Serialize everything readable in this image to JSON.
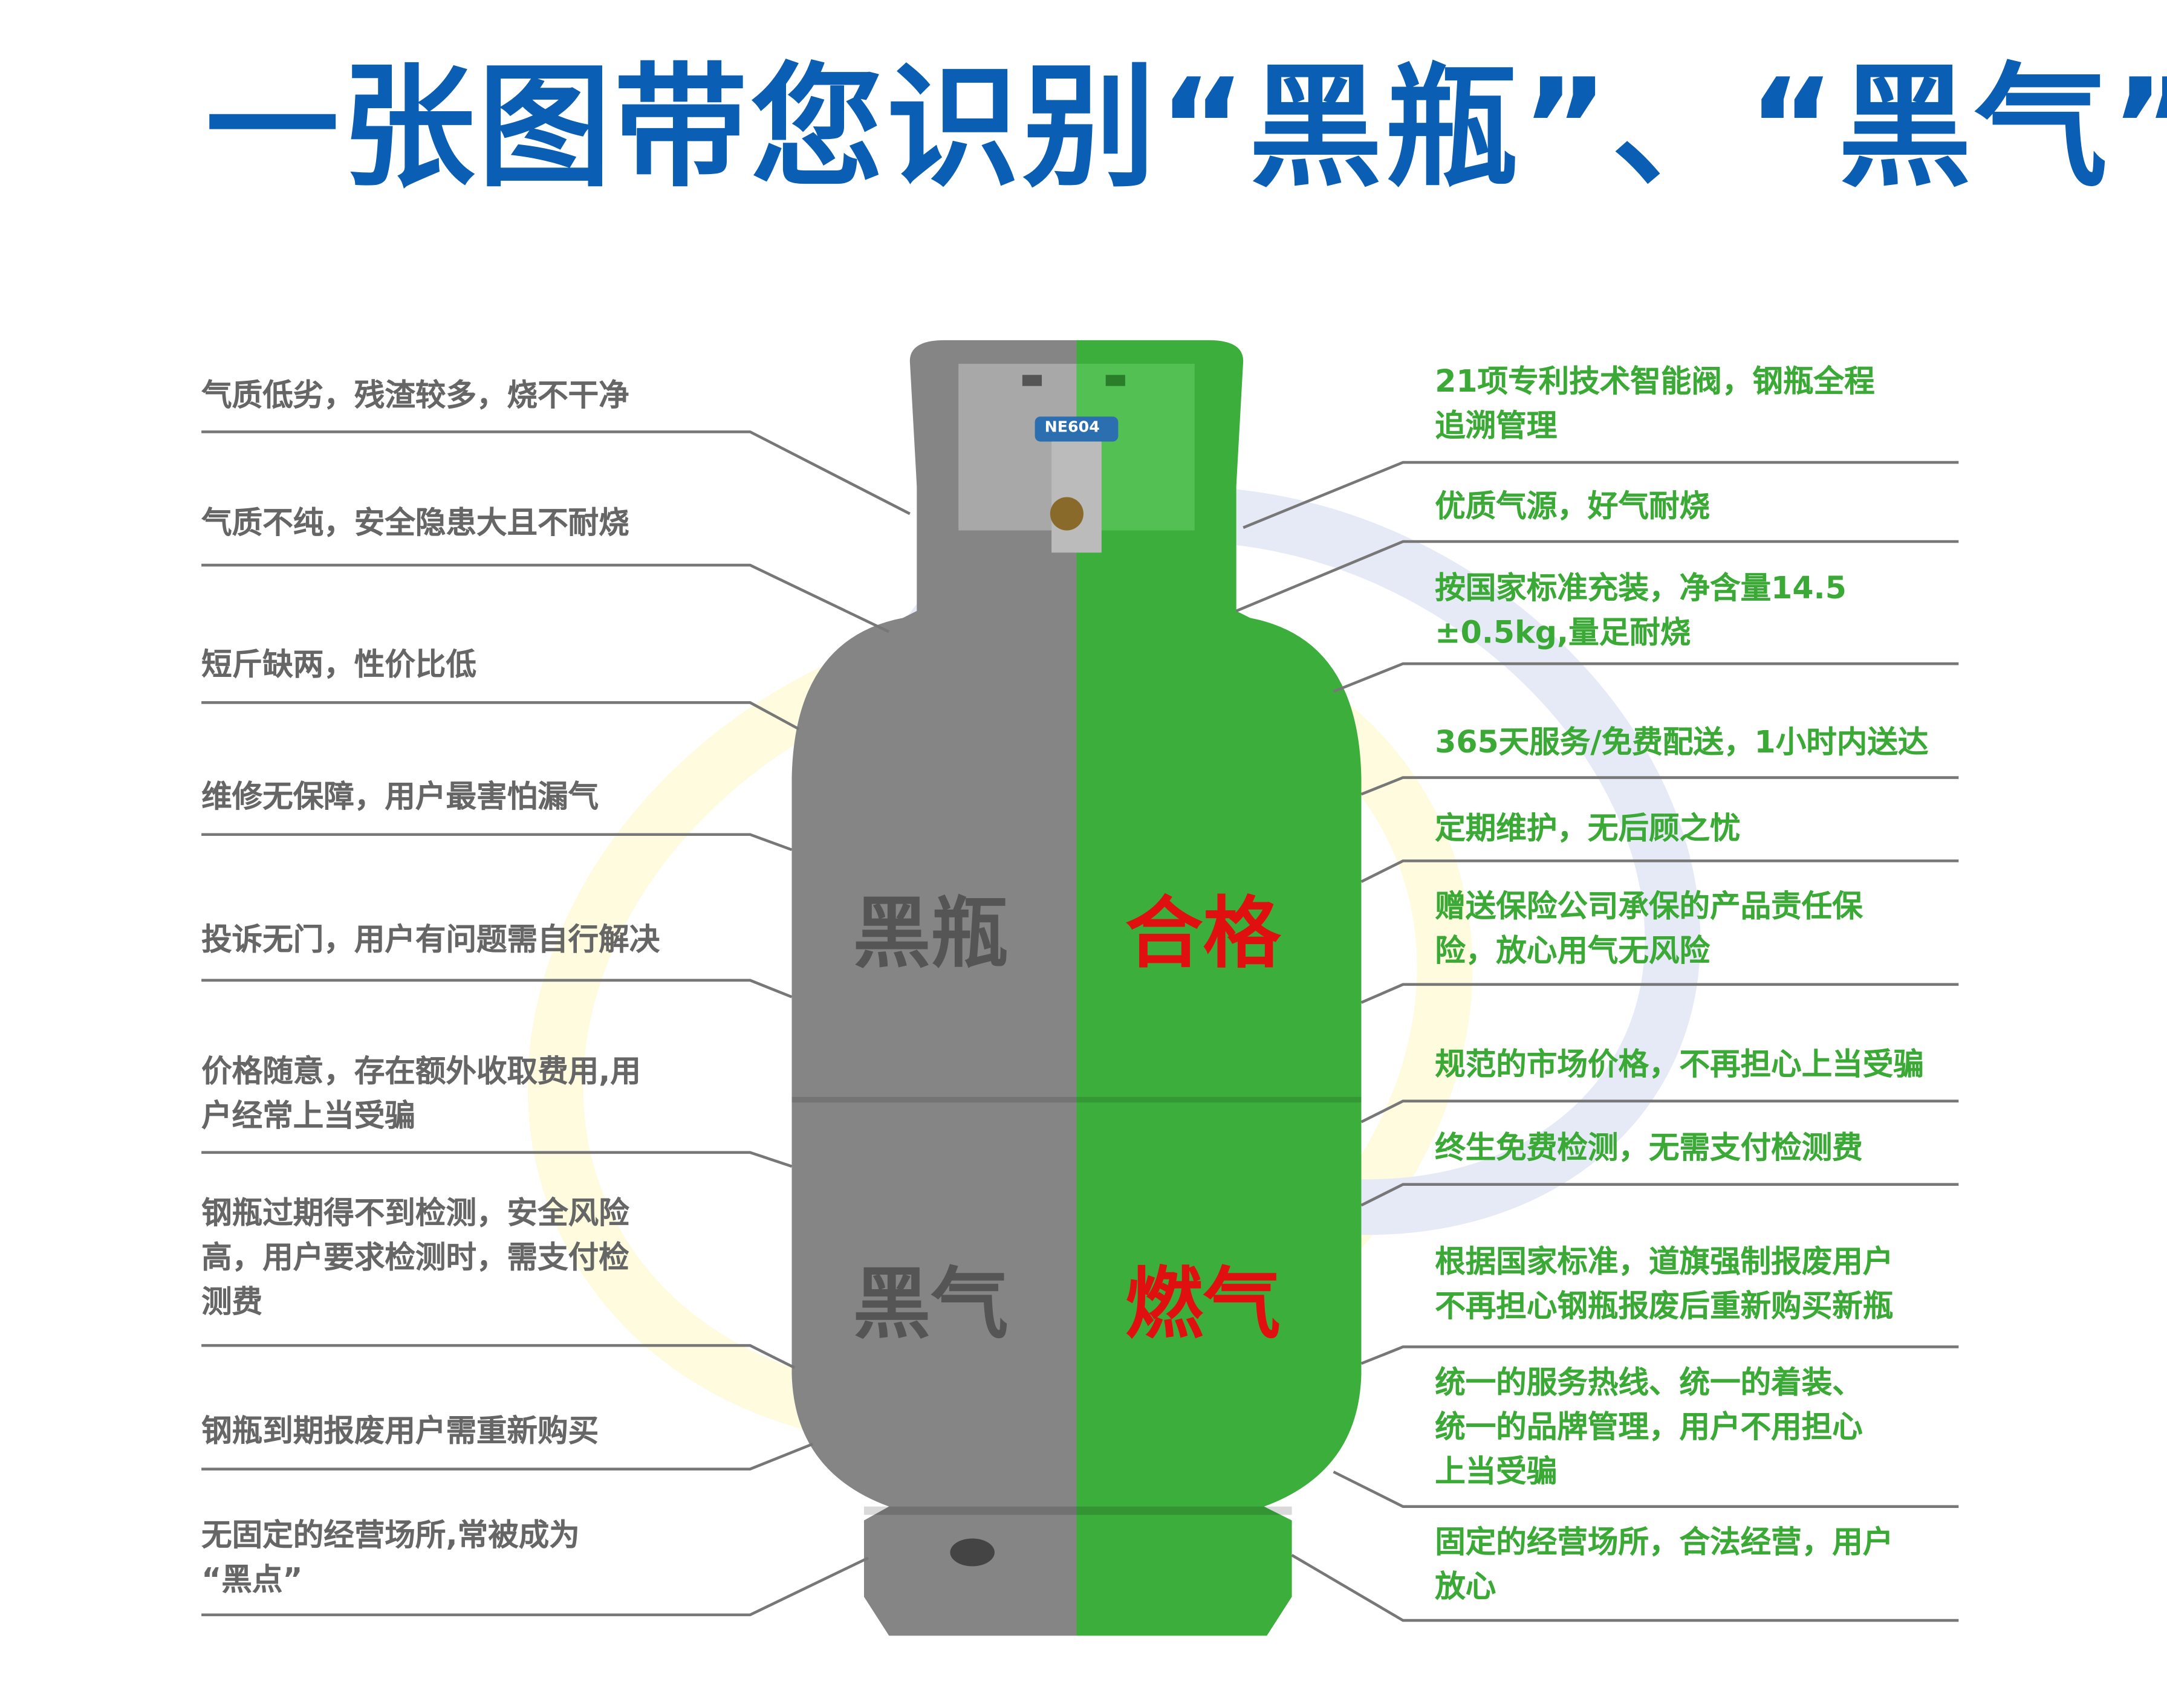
{
  "title": "一张图带您识别“黑瓶”、“黑气”",
  "bottle": {
    "left_top": "黑瓶",
    "right_top": "合格",
    "left_bottom": "黑气",
    "right_bottom": "燃气",
    "valve_label": "NE604"
  },
  "colors": {
    "title": "#0a5fb4",
    "left_text": "#666666",
    "right_text": "#3aa935",
    "bad_bottle": "#808080",
    "good_bottle": "#3cae3c",
    "label_red": "#e01010"
  },
  "left_items": [
    [
      "气质低劣，残渣较多，烧不干净"
    ],
    [
      "气质不纯，安全隐患大且不耐烧"
    ],
    [
      "短斤缺两，性价比低"
    ],
    [
      "维修无保障，用户最害怕漏气"
    ],
    [
      "投诉无门，用户有问题需自行解决"
    ],
    [
      "价格随意，存在额外收取费用,用",
      "户经常上当受骗"
    ],
    [
      "钢瓶过期得不到检测，安全风险",
      "高，用户要求检测时，需支付检",
      "测费"
    ],
    [
      "钢瓶到期报废用户需重新购买"
    ],
    [
      "无固定的经营场所,常被成为",
      "“黑点”"
    ]
  ],
  "right_items": [
    [
      "21项专利技术智能阀，钢瓶全程",
      "追溯管理"
    ],
    [
      "优质气源，好气耐烧"
    ],
    [
      "按国家标准充装，净含量14.5",
      "±0.5kg,量足耐烧"
    ],
    [
      "365天服务/免费配送，1小时内送达"
    ],
    [
      "定期维护，无后顾之忧"
    ],
    [
      "赠送保险公司承保的产品责任保",
      "险，放心用气无风险"
    ],
    [
      "规范的市场价格，不再担心上当受骗"
    ],
    [
      "终生免费检测，无需支付检测费"
    ],
    [
      "根据国家标准，道旗强制报废用户",
      "不再担心钢瓶报废后重新购买新瓶"
    ],
    [
      "统一的服务热线、统一的着装、",
      "统一的品牌管理，用户不用担心",
      "上当受骗"
    ],
    [
      "固定的经营场所，合法经营，用户",
      "放心"
    ]
  ]
}
